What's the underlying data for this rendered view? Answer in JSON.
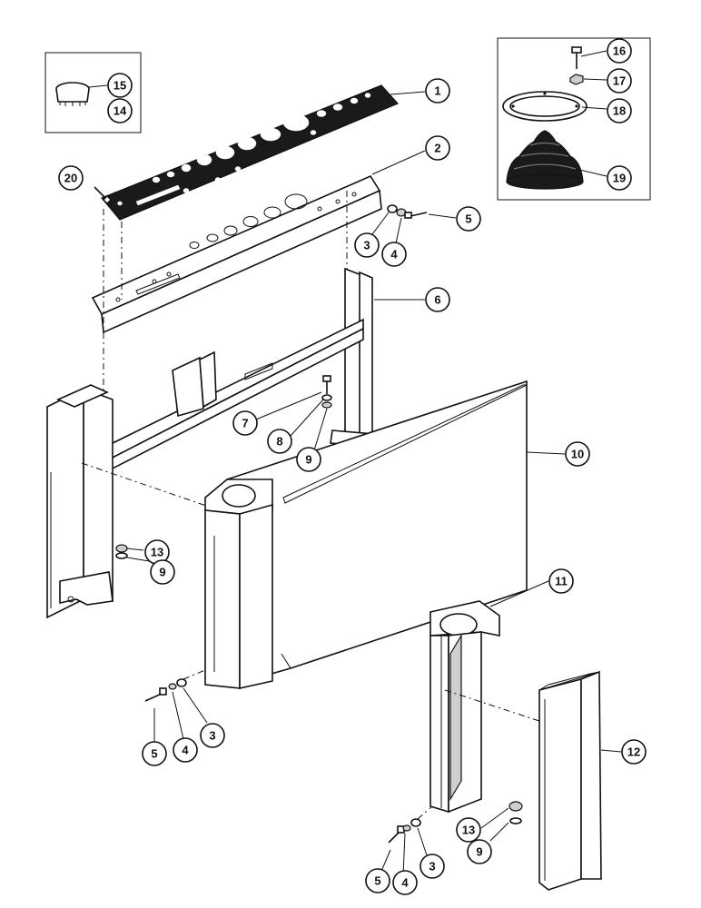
{
  "diagram": {
    "callouts": {
      "p1": "1",
      "p2": "2",
      "p3a": "3",
      "p4a": "4",
      "p5a": "5",
      "p6": "6",
      "p7": "7",
      "p8": "8",
      "p9a": "9",
      "p10": "10",
      "p13a": "13",
      "p9b": "9",
      "p11": "11",
      "p12": "12",
      "p5b": "5",
      "p4b": "4",
      "p3b": "3",
      "p5c": "5",
      "p4c": "4",
      "p3c": "3",
      "p13b": "13",
      "p9c": "9",
      "p14": "14",
      "p15": "15",
      "p16": "16",
      "p17": "17",
      "p18": "18",
      "p19": "19",
      "p20": "20"
    }
  }
}
